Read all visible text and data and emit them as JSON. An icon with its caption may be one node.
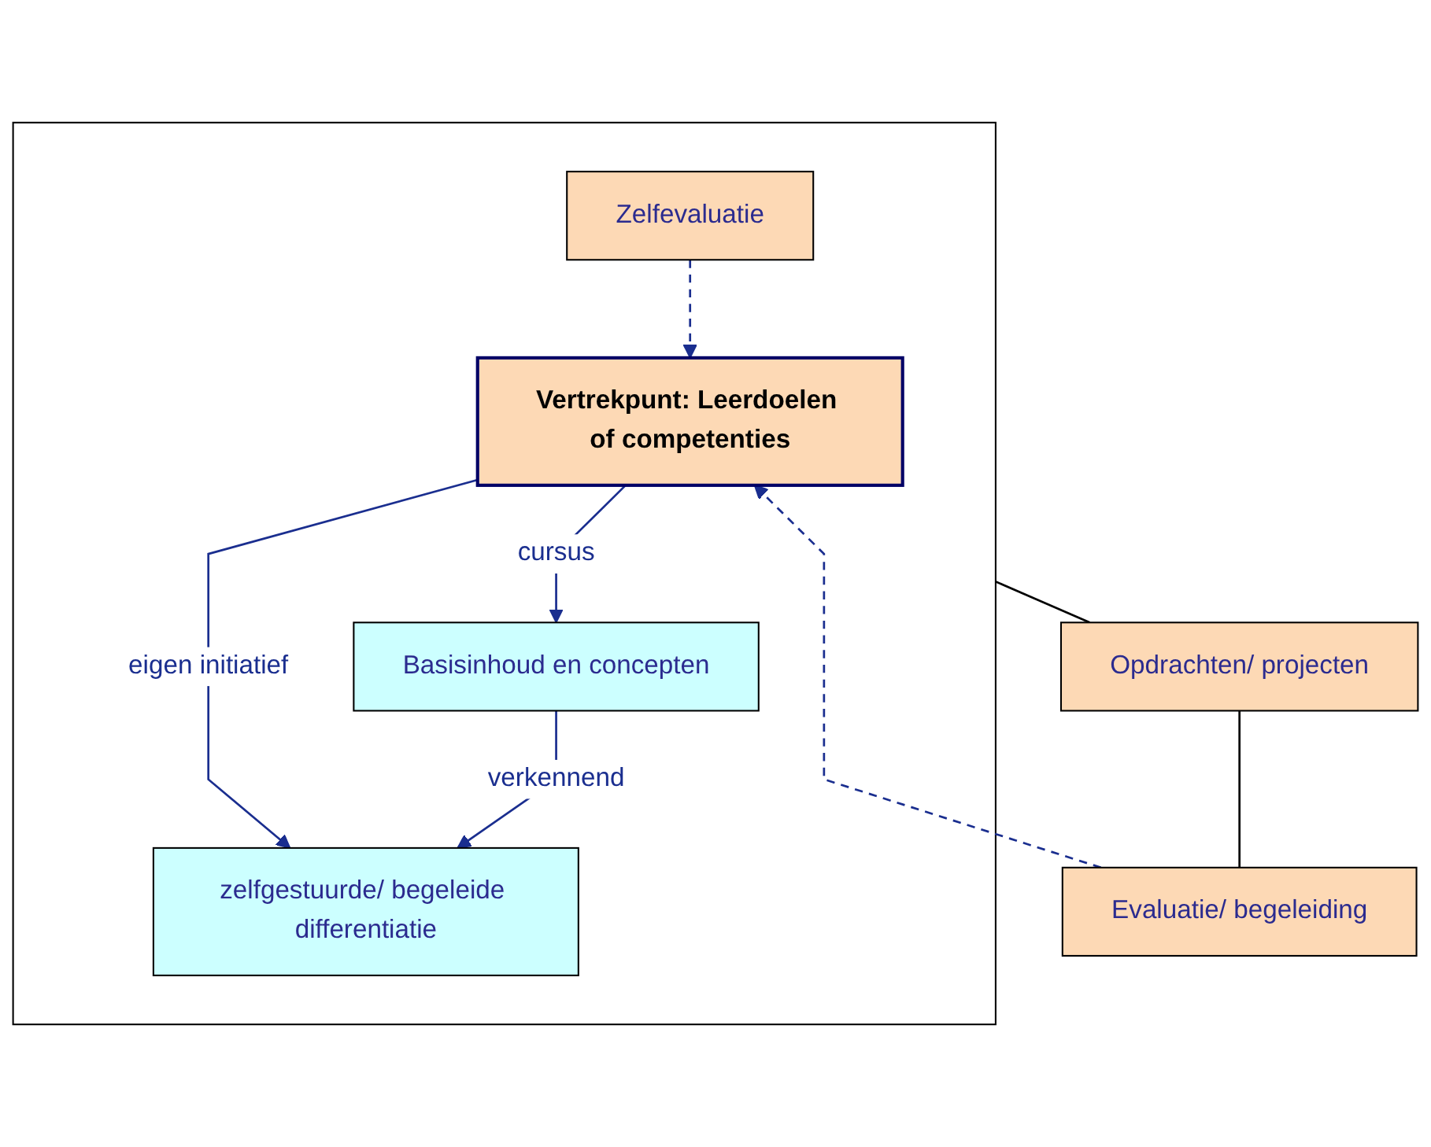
{
  "diagram": {
    "nodes": [
      {
        "text": [],
        "shape": "box"
      },
      {
        "text": [
          "Vertrekpunt: Leerdoelen of competenties"
        ],
        "in": 0
      },
      {
        "text": [
          "Basisinhoud en concepten"
        ],
        "in": 0
      },
      {
        "text": [
          "zelfgestuurde/ begeleide differentiatie"
        ],
        "in": 0
      },
      {
        "text": [
          "Zelfevaluatie"
        ],
        "in": 0
      },
      {
        "text": [
          "Opdrachten/ projecten"
        ]
      },
      {
        "text": [
          "Evaluatie/ begeleiding"
        ]
      }
    ],
    "edges": [
      {
        "from": 1,
        "to": 2,
        "arrow": "to",
        "label": "cursus"
      },
      {
        "from": 1,
        "to": 3,
        "arrow": "to",
        "label": "eigen initiatief"
      },
      {
        "from": 2,
        "to": 3,
        "arrow": "to",
        "label": "verkennend"
      },
      {
        "from": 4,
        "to": 1,
        "arrow": "to",
        "style": "dashed"
      },
      {
        "from": 0,
        "to": 5,
        "arrow": "none",
        "color": "#000000"
      },
      {
        "from": 5,
        "to": 6,
        "arrow": "none",
        "color": "#000000"
      },
      {
        "from": 6,
        "to": 1,
        "arrow": "to",
        "style": "dashed"
      }
    ]
  }
}
